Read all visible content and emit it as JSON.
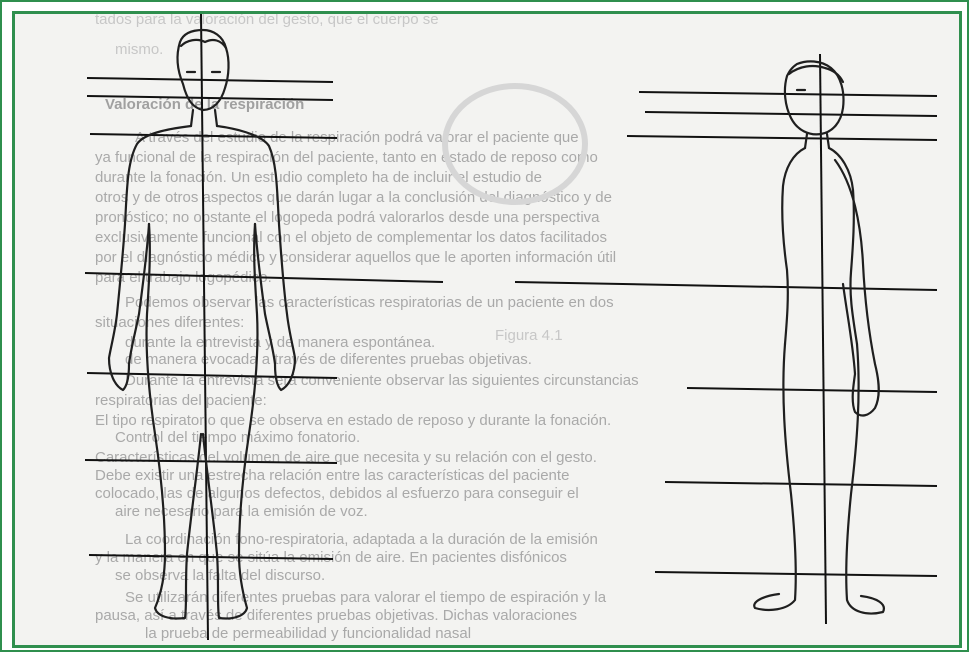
{
  "image": {
    "frame_color": "#2f8f4e",
    "background_tone": "#f3f3f1",
    "figure_stroke_color": "#1f1f1f",
    "subjects": [
      {
        "view": "front",
        "description_icon": "human-figure-front-icon"
      },
      {
        "view": "side",
        "description_icon": "human-figure-side-icon"
      }
    ],
    "background_text": {
      "line_top_1": "tados para la valoración del gesto, que el cuerpo se",
      "line_top_2": "mismo.",
      "heading": "Valoración de la respiración",
      "para_1": [
        "A través del estudio de la respiración podrá valorar el paciente que",
        "ya funcional de la respiración del paciente, tanto en estado de reposo como",
        "durante la fonación. Un estudio completo ha de incluir el estudio de",
        "otros y de otros aspectos que darán lugar a la conclusión del diagnóstico y de",
        "pronóstico; no obstante el logopeda podrá valorarlos desde una perspectiva",
        "exclusivamente funcional con el objeto de complementar los datos facilitados",
        "por el diagnóstico médico y considerar aquellos que le aporten información útil",
        "para el trabajo logopédico."
      ],
      "para_2": [
        "Podemos observar las características respiratorias de un paciente en dos",
        "situaciones diferentes:",
        "durante la entrevista y de manera espontánea.",
        "de manera evocada a través de diferentes pruebas objetivas.",
        "Durante la entrevista será conveniente observar las siguientes circunstancias",
        "respiratorias del paciente:",
        "El tipo respiratorio que se observa en estado de reposo y durante la fonación.",
        "Control del tiempo máximo fonatorio.",
        "Características del volumen de aire que necesita y su relación con el gesto.",
        "Debe existir una estrecha relación entre las características del paciente",
        "colocado, las de algunos defectos, debidos al esfuerzo para conseguir el",
        "aire necesario para la emisión de voz."
      ],
      "para_3": [
        "La coordinación fono-respiratoria, adaptada a la duración de la emisión",
        "y la manera en que se sitúa la emisión de aire. En pacientes disfónicos",
        "se observa la falta del discurso.",
        "Se utilizarán diferentes pruebas para valorar el tiempo de espiración y la",
        "pausa, así a través de diferentes pruebas objetivas. Dichas valoraciones",
        "la prueba de permeabilidad y funcionalidad nasal"
      ],
      "caption_small": "Figura 4.1"
    }
  }
}
